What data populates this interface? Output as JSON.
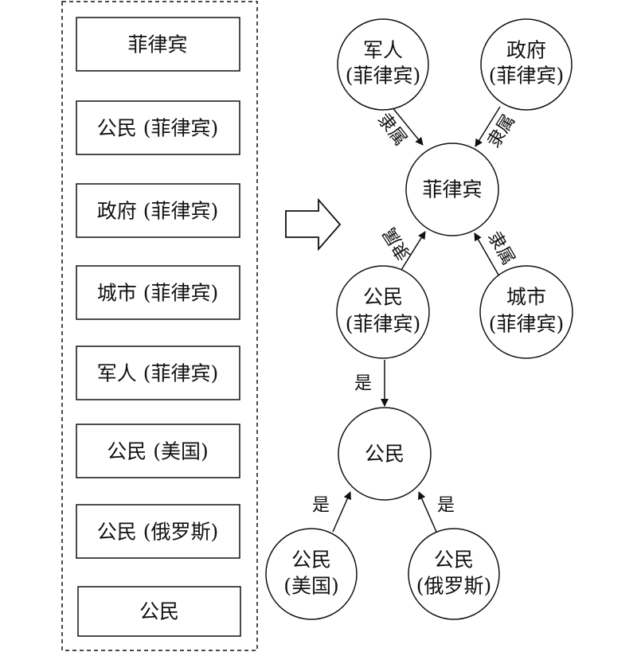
{
  "entity_list": {
    "items": [
      "菲律宾",
      "公民 (菲律宾)",
      "政府 (菲律宾)",
      "城市 (菲律宾)",
      "军人 (菲律宾)",
      "公民 (美国)",
      "公民 (俄罗斯)",
      "公民"
    ]
  },
  "graph": {
    "nodes": {
      "soldier": [
        "军人",
        "(菲律宾)"
      ],
      "government": [
        "政府",
        "(菲律宾)"
      ],
      "philippines": [
        "菲律宾"
      ],
      "citizen_ph": [
        "公民",
        "(菲律宾)"
      ],
      "city": [
        "城市",
        "(菲律宾)"
      ],
      "citizen": [
        "公民"
      ],
      "citizen_us": [
        "公民",
        "(美国)"
      ],
      "citizen_ru": [
        "公民",
        "(俄罗斯)"
      ]
    },
    "edge_labels": {
      "belongs_to": "隶属",
      "is_a": "是"
    }
  }
}
